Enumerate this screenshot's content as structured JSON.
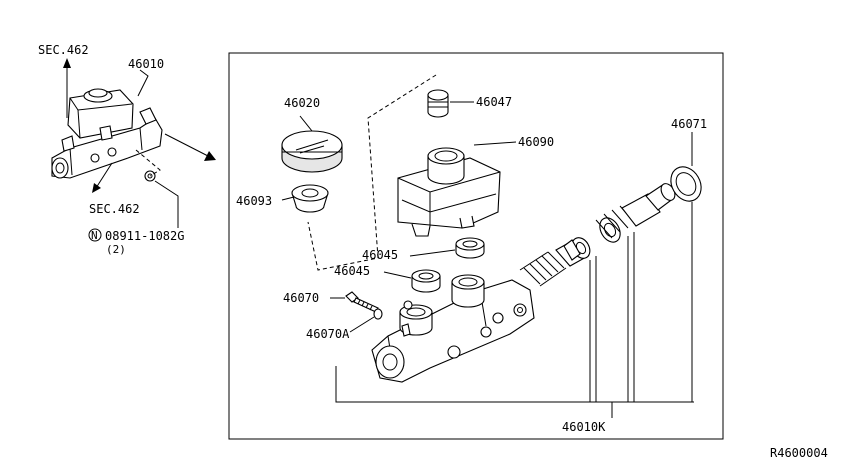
{
  "diagram": {
    "diagram_code": "R4600004",
    "overview": {
      "section_top": "SEC.462",
      "section_bottom": "SEC.462",
      "assembly_part": "46010",
      "bolt_marker": "N",
      "bolt_part": "08911-1082G",
      "bolt_qty": "(2)"
    },
    "parts": {
      "reservoir_cap": "46020",
      "cap_seal": "46093",
      "plug": "46047",
      "reservoir": "46090",
      "grommet_upper": "46045",
      "grommet_lower": "46045",
      "stopper_bolt": "46070",
      "stopper_washer": "46070A",
      "piston_kit": "46010K",
      "boot": "46071"
    }
  }
}
